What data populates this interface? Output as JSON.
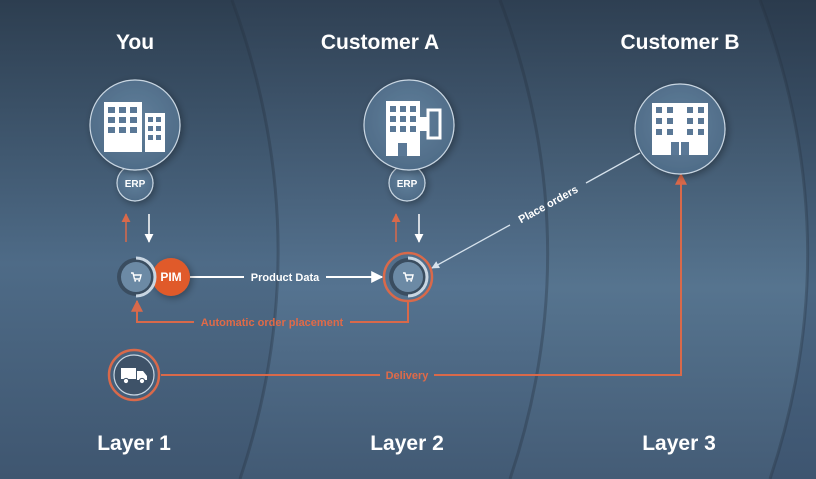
{
  "diagram": {
    "colors": {
      "accent_orange": "#e05a2b",
      "line_orange": "#d9694a",
      "node_fill": "#5a7a96",
      "node_stroke": "#c9d6e2",
      "background_dark": "#2c3d4f",
      "background_light": "#55728e"
    },
    "columns": [
      {
        "title": "You",
        "layer": "Layer 1"
      },
      {
        "title": "Customer A",
        "layer": "Layer 2"
      },
      {
        "title": "Customer B",
        "layer": "Layer 3"
      }
    ],
    "nodes": {
      "you_building": {
        "icon": "office-building-icon",
        "badge": "ERP"
      },
      "customer_a_building": {
        "icon": "factory-building-icon",
        "badge": "ERP"
      },
      "customer_b_building": {
        "icon": "office-building-icon"
      },
      "you_shop": {
        "icon": "shopping-cart-icon"
      },
      "pim": {
        "label": "PIM"
      },
      "customer_a_shop": {
        "icon": "shopping-cart-icon"
      },
      "delivery": {
        "icon": "delivery-truck-icon"
      }
    },
    "connections": {
      "product_data": "Product Data",
      "automatic_order_placement": "Automatic order placement",
      "place_orders": "Place orders",
      "delivery": "Delivery"
    }
  }
}
